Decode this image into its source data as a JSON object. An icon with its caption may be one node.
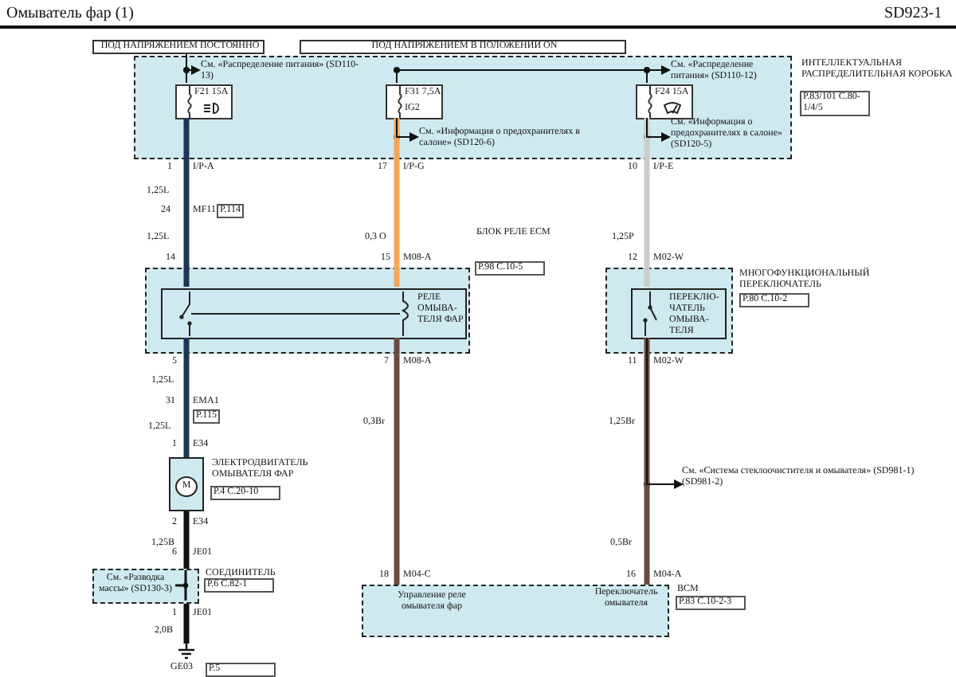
{
  "diagram": {
    "title": "Омыватель фар (1)",
    "nodes": [
      {
        "text": [
          "ПОД НАПРЯЖЕНИЕМ ПОСТОЯННО"
        ]
      },
      {
        "text": [
          "ПОД НАПРЯЖЕНИЕМ В ПОЛОЖЕНИИ ON"
        ]
      },
      {
        "text": [
          "ИНТЕЛЛЕКТУАЛЬНАЯ РАСПРЕДЕЛИТЕЛЬНАЯ КОРОБКА"
        ],
        "beside": [
          "P.83/101 C.80-1/4/5"
        ]
      },
      {
        "text": [
          "F21 15A"
        ],
        "in": 2
      },
      {
        "text": [
          "F31 7,5A",
          "IG2"
        ],
        "in": 2
      },
      {
        "text": [
          "F24 15A"
        ],
        "in": 2
      },
      {
        "text": [
          "БЛОК РЕЛЕ ECM"
        ],
        "beside": [
          "P.98 C.10-5"
        ]
      },
      {
        "text": [
          "РЕЛЕ ОМЫВА-ТЕЛЯ ФАР"
        ],
        "in": 6
      },
      {
        "text": [
          "МНОГОФУНКЦИОНАЛЬНЫЙ ПЕРЕКЛЮЧАТЕЛЬ"
        ],
        "beside": [
          "P.80 C.10-2"
        ]
      },
      {
        "text": [
          "ПЕРЕКЛЮ-ЧАТЕЛЬ ОМЫВА-ТЕЛЯ"
        ],
        "in": 8
      },
      {
        "text": [
          "ЭЛЕКТРОДВИГАТЕЛЬ ОМЫВАТЕЛЯ ФАР",
          "M"
        ],
        "beside": [
          "P.4 C.20-10"
        ]
      },
      {
        "text": [
          "СОЕДИНИТЕЛЬ",
          "См. «Разводка массы» (SD130-3)"
        ],
        "beside": [
          "P.6 C.82-1"
        ]
      },
      {
        "text": [
          "GE03"
        ],
        "beside": [
          "P.5"
        ]
      },
      {
        "text": [
          "BCM",
          "Управление реле омывателя фар",
          "Переключатель омывателя"
        ],
        "beside": [
          "P.83 C.10-2-3"
        ]
      },
      {
        "text": [
          "См. «Распределение питания» (SD110-13)"
        ],
        "in": 2
      },
      {
        "text": [
          "См. «Информация о предохранителях в салоне» (SD120-6)"
        ],
        "in": 2
      },
      {
        "text": [
          "См. «Распределение питания» (SD110-12)"
        ],
        "in": 2
      },
      {
        "text": [
          "См. «Информация о предохранителях в салоне» (SD120-5)"
        ],
        "in": 2
      },
      {
        "text": [
          "См. «Система стеклоочистителя и омывателя» (SD981-1) (SD981-2)"
        ]
      }
    ],
    "edges": [
      {
        "from": 0,
        "to": 3,
        "arrow": "none"
      },
      {
        "from": 3,
        "to": 7,
        "arrow": "none",
        "label": "1,25L",
        "color": "#1f3556"
      },
      {
        "from": 4,
        "to": 7,
        "arrow": "none",
        "label": "0,3 O",
        "color": "#f5a55a"
      },
      {
        "from": 5,
        "to": 9,
        "arrow": "none",
        "label": "1,25P",
        "color": "#cccccc"
      },
      {
        "from": 7,
        "to": 10,
        "arrow": "none",
        "label": "1,25L",
        "color": "#1f3556"
      },
      {
        "from": 10,
        "to": 11,
        "arrow": "none",
        "label": "1,25B",
        "color": "#111111"
      },
      {
        "from": 11,
        "to": 12,
        "arrow": "none",
        "label": "2,0B",
        "color": "#111111"
      },
      {
        "from": 7,
        "to": 13,
        "arrow": "none",
        "label": "0,3Br",
        "color": "#6a4a3f"
      },
      {
        "from": 9,
        "to": 13,
        "arrow": "none",
        "label": "1,25Br",
        "color": "#6a4a3f"
      },
      {
        "from": 9,
        "to": 18,
        "arrow": "to"
      },
      {
        "from": 3,
        "to": 14,
        "arrow": "to"
      },
      {
        "from": 4,
        "to": 15,
        "arrow": "to"
      },
      {
        "from": 4,
        "to": 5,
        "arrow": "none"
      },
      {
        "from": 5,
        "to": 16,
        "arrow": "to"
      },
      {
        "from": 5,
        "to": 17,
        "arrow": "to"
      }
    ],
    "labels": [
      "SD923-1",
      "1",
      "I/P-A",
      "24",
      "MF11",
      "P.114",
      "1,25L",
      "14",
      "17",
      "I/P-G",
      "15",
      "M08-A",
      "10",
      "I/P-E",
      "12",
      "M02-W",
      "5",
      "7",
      "M08-A",
      "31",
      "EMA1",
      "P.115",
      "1,25L",
      "1",
      "E34",
      "2",
      "E34",
      "6",
      "JE01",
      "1",
      "JE01",
      "11",
      "M02-W",
      "0,5Br",
      "18",
      "M04-C",
      "16",
      "M04-A"
    ]
  }
}
